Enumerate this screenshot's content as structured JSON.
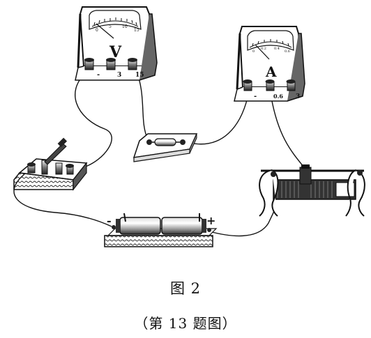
{
  "voltmeter": {
    "symbol": "V",
    "scale": [
      "0",
      "5",
      "10",
      "15"
    ],
    "terminals": [
      "-",
      "3",
      "15"
    ]
  },
  "ammeter": {
    "symbol": "A",
    "scale": [
      "0",
      "0.2",
      "0.4",
      "0.6"
    ],
    "terminals": [
      "-",
      "0.6",
      "3"
    ]
  },
  "battery": {
    "minus": "-",
    "plus": "+"
  },
  "caption": {
    "figure": "图 2",
    "question": "（第 13 题图）"
  },
  "colors": {
    "ink": "#111111",
    "paper": "#ffffff",
    "shade": "#9a9a9a"
  }
}
